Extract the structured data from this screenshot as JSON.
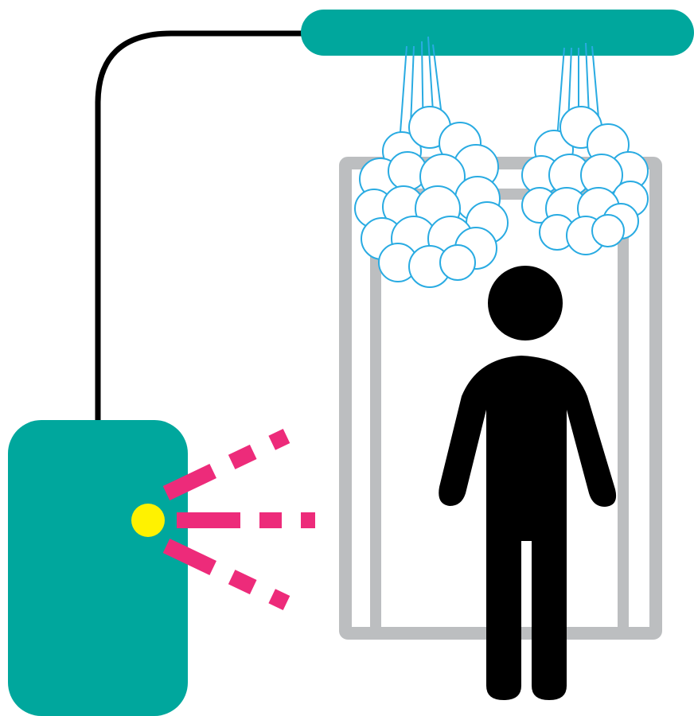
{
  "diagram": {
    "components": [
      {
        "id": "control-unit",
        "icon": "control-unit-box"
      },
      {
        "id": "motion-sensor",
        "icon": "sensor-icon"
      },
      {
        "id": "supply-hose",
        "icon": "hose-line"
      },
      {
        "id": "mist-nozzle-bar",
        "icon": "nozzle-bar"
      },
      {
        "id": "mist-clouds",
        "icon": "mist-cloud-icon",
        "count": 2
      },
      {
        "id": "door-frame",
        "icon": "doorway-frame"
      },
      {
        "id": "person",
        "icon": "person-icon"
      }
    ],
    "colors": {
      "device": "#00a79d",
      "sensor": "#fff200",
      "beam": "#ed2b7a",
      "mist": "#29abe2",
      "frame": "#bcbec0",
      "figure": "#000000"
    }
  }
}
